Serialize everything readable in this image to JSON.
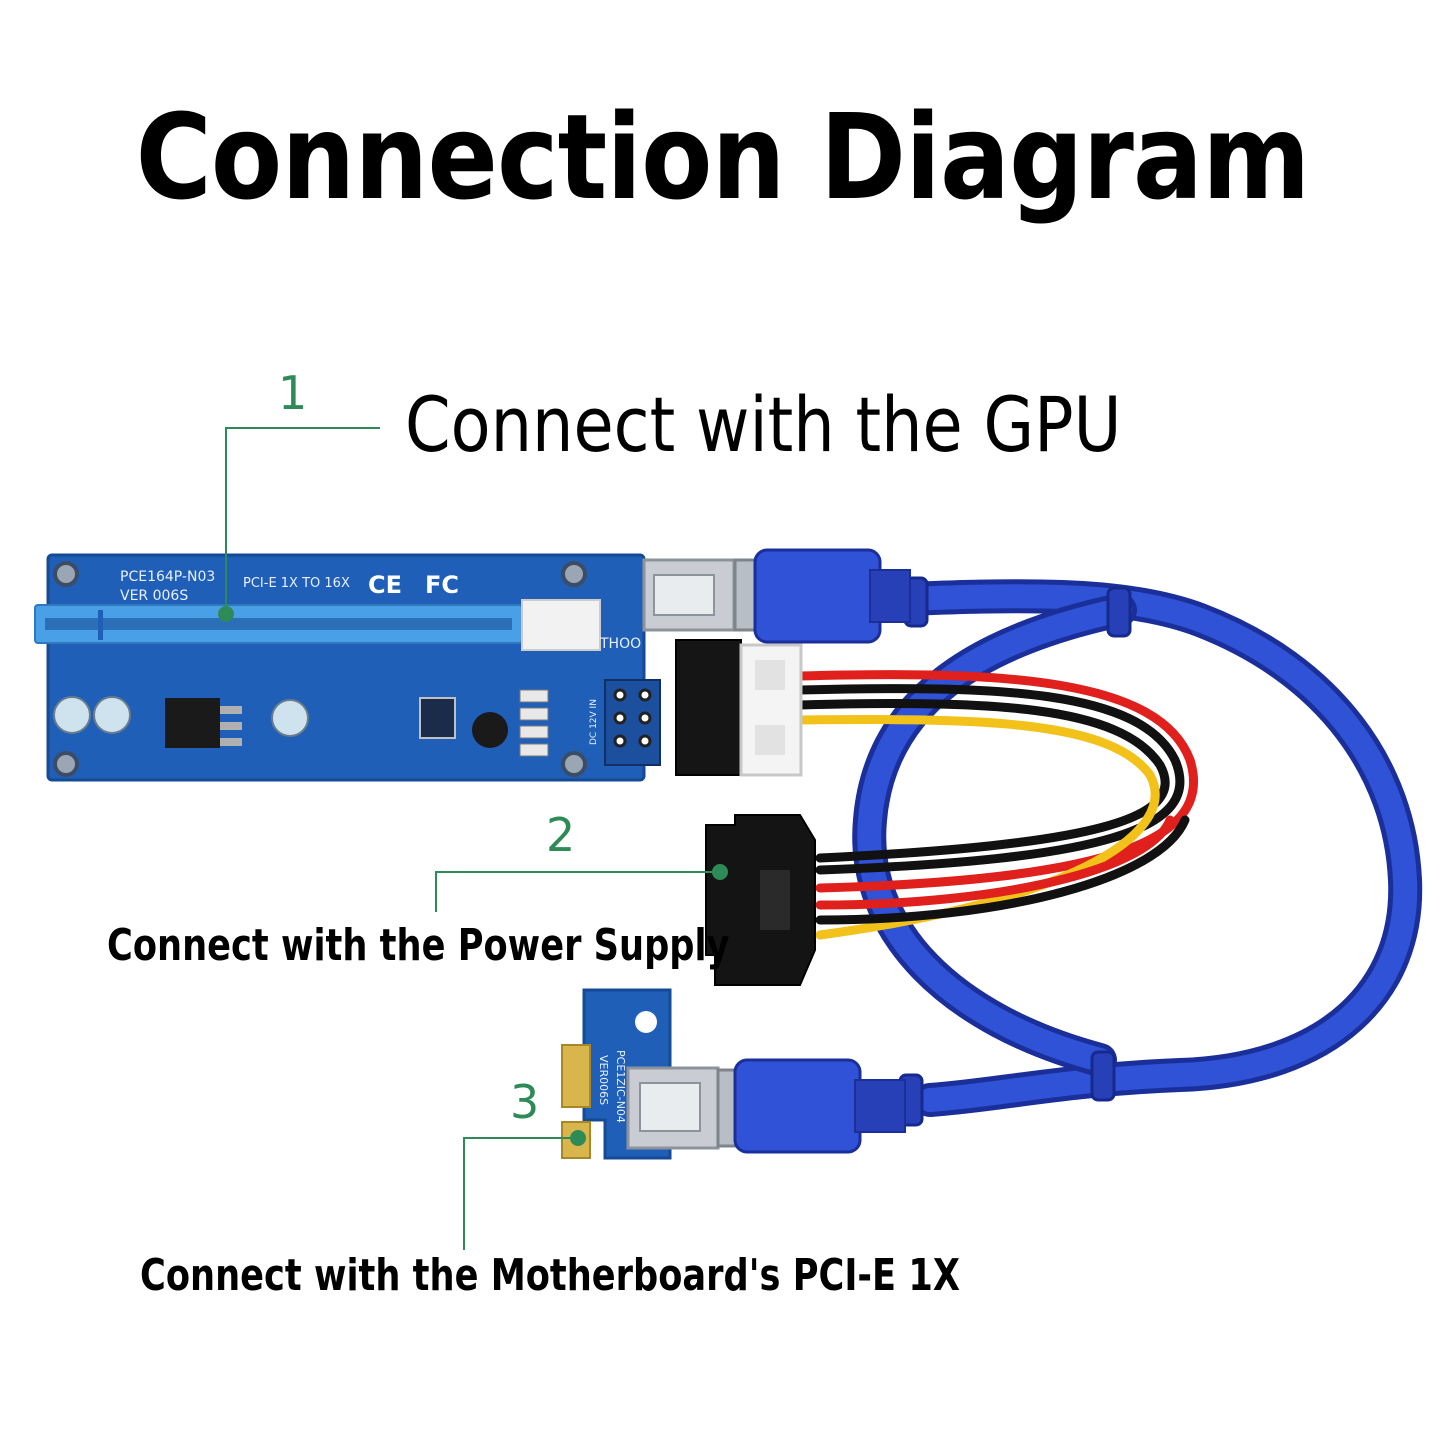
{
  "title": "Connection Diagram",
  "steps": [
    {
      "number": "1",
      "label": "Connect with the GPU"
    },
    {
      "number": "2",
      "label": "Connect with the Power Supply"
    },
    {
      "number": "3",
      "label": "Connect with the Motherboard's PCI-E 1X"
    }
  ],
  "board_text": {
    "model": "PCE164P-N03",
    "version": "VER 006S",
    "slot_text": "PCI-E 1X TO 16X",
    "ce": "CE",
    "fc": "FC",
    "side_text": "THOO",
    "power_text": "DC 12V IN",
    "small_model": "PCE1ZIC-N04",
    "small_version": "VER006S"
  },
  "colors": {
    "leader_line": "#2e8b57",
    "pcb_blue": "#1f5fb8",
    "slot_blue": "#4aa0e6",
    "cable_blue": "#2a48c4",
    "wire_red": "#e0201c",
    "wire_yellow": "#f2c21a",
    "wire_black": "#111111"
  }
}
